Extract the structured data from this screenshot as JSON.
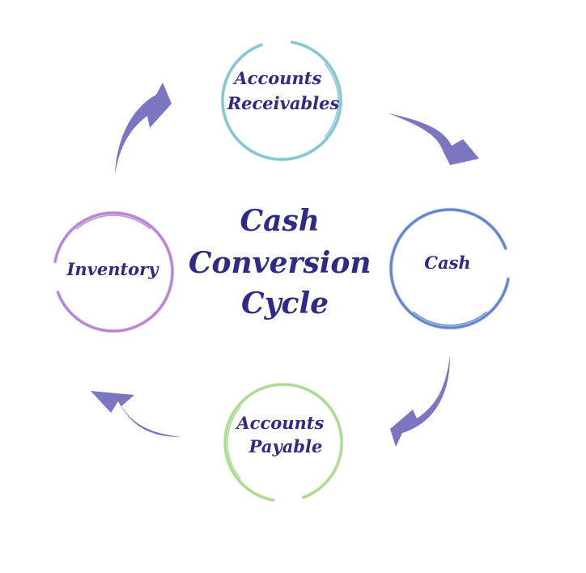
{
  "diagram": {
    "title_lines": [
      "Cash",
      "Conversion",
      "Cycle"
    ],
    "title_color": "#2e2a86",
    "arrow_color": "#7b75c2",
    "nodes": [
      {
        "id": "accounts-receivables",
        "lines": [
          "Accounts",
          "Receivables"
        ],
        "ring_color": "#7ec3cf"
      },
      {
        "id": "cash",
        "lines": [
          "Cash"
        ],
        "ring_color": "#5b7fcc"
      },
      {
        "id": "accounts-payable",
        "lines": [
          "Accounts",
          "Payable"
        ],
        "ring_color": "#a9d98c"
      },
      {
        "id": "inventory",
        "lines": [
          "Inventory"
        ],
        "ring_color": "#b47fd1"
      }
    ]
  }
}
